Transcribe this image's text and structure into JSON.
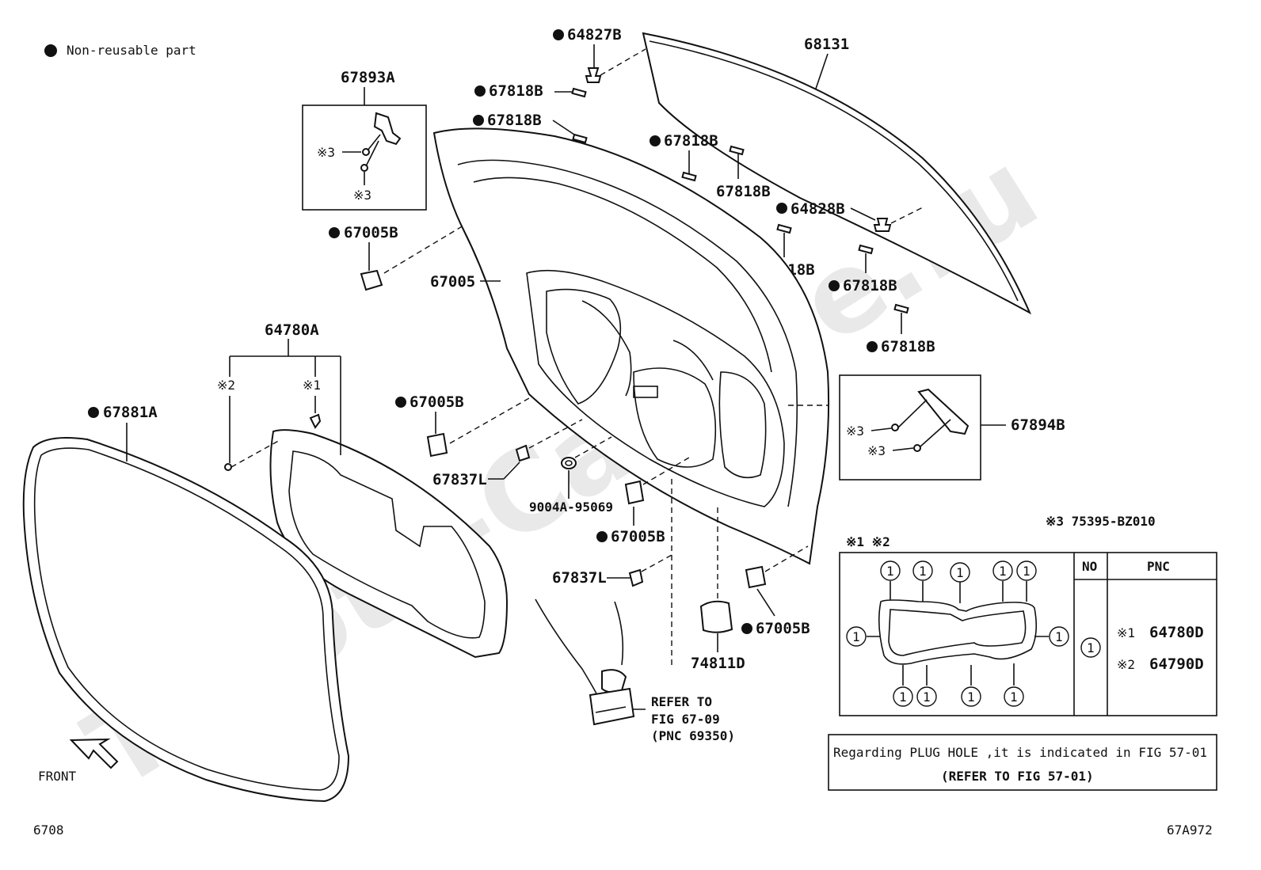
{
  "legend": {
    "text": "Non-reusable part"
  },
  "watermark": "Toyota-CamMe.ru",
  "parts": {
    "p68131": "68131",
    "p64827B": "64827B",
    "p64828B": "64828B",
    "p67818B": "67818B",
    "p67893A": "67893A",
    "p67894B": "67894B",
    "p67005B": "67005B",
    "p67005": "67005",
    "p64780A": "64780A",
    "p67881A": "67881A",
    "p67837L": "67837L",
    "p9004A": "9004A-95069",
    "p74811D": "74811D"
  },
  "marks": {
    "m1": "※1",
    "m2": "※2",
    "m3": "※3"
  },
  "note_m3": "※3 75395-BZ010",
  "refer": {
    "line1": "REFER TO",
    "line2": "FIG 67-09",
    "line3": "(PNC 69350)"
  },
  "front": "FRONT",
  "inset": {
    "title": "※1 ※2",
    "col_no": "NO",
    "col_pnc": "PNC",
    "no_value": "1",
    "circle_digit": "1",
    "rows": [
      {
        "mark": "※1",
        "pnc": "64780D"
      },
      {
        "mark": "※2",
        "pnc": "64790D"
      }
    ]
  },
  "plug_note": {
    "line1": "Regarding PLUG HOLE ,it is indicated in FIG 57-01",
    "line2": "(REFER TO FIG 57-01)"
  },
  "footer": {
    "left": "6708",
    "right": "67A972"
  }
}
